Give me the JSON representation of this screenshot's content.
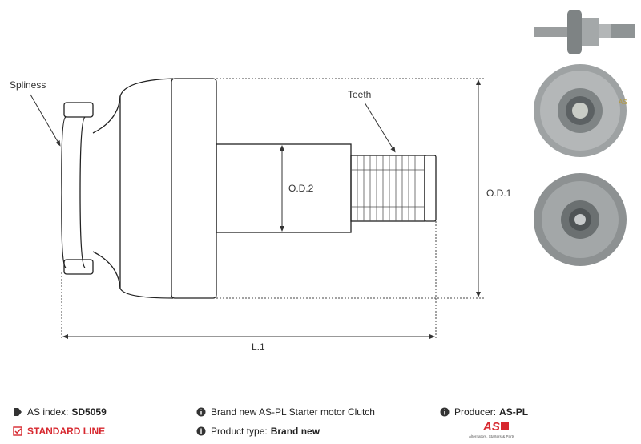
{
  "drawing": {
    "labels": {
      "spliness": "Spliness",
      "teeth": "Teeth",
      "od2": "O.D.2",
      "od1": "O.D.1",
      "l1": "L.1"
    }
  },
  "photos": {
    "side": "side-view-photo",
    "front": "front-view-photo",
    "back": "back-view-photo",
    "brand_mark": "AS"
  },
  "footer": {
    "as_index_label": "AS index:",
    "as_index_value": "SD5059",
    "standard_line": "STANDARD LINE",
    "description": "Brand new AS-PL Starter motor Clutch",
    "product_type_label": "Product type:",
    "product_type_value": "Brand new",
    "producer_label": "Producer:",
    "producer_value": "AS-PL",
    "logo_text": "AS",
    "logo_tagline": "Alternators, Starters & Parts"
  },
  "colors": {
    "standard_line": "#d7282f",
    "logo_red": "#d7282f",
    "photo_gray": "#8f9495"
  }
}
